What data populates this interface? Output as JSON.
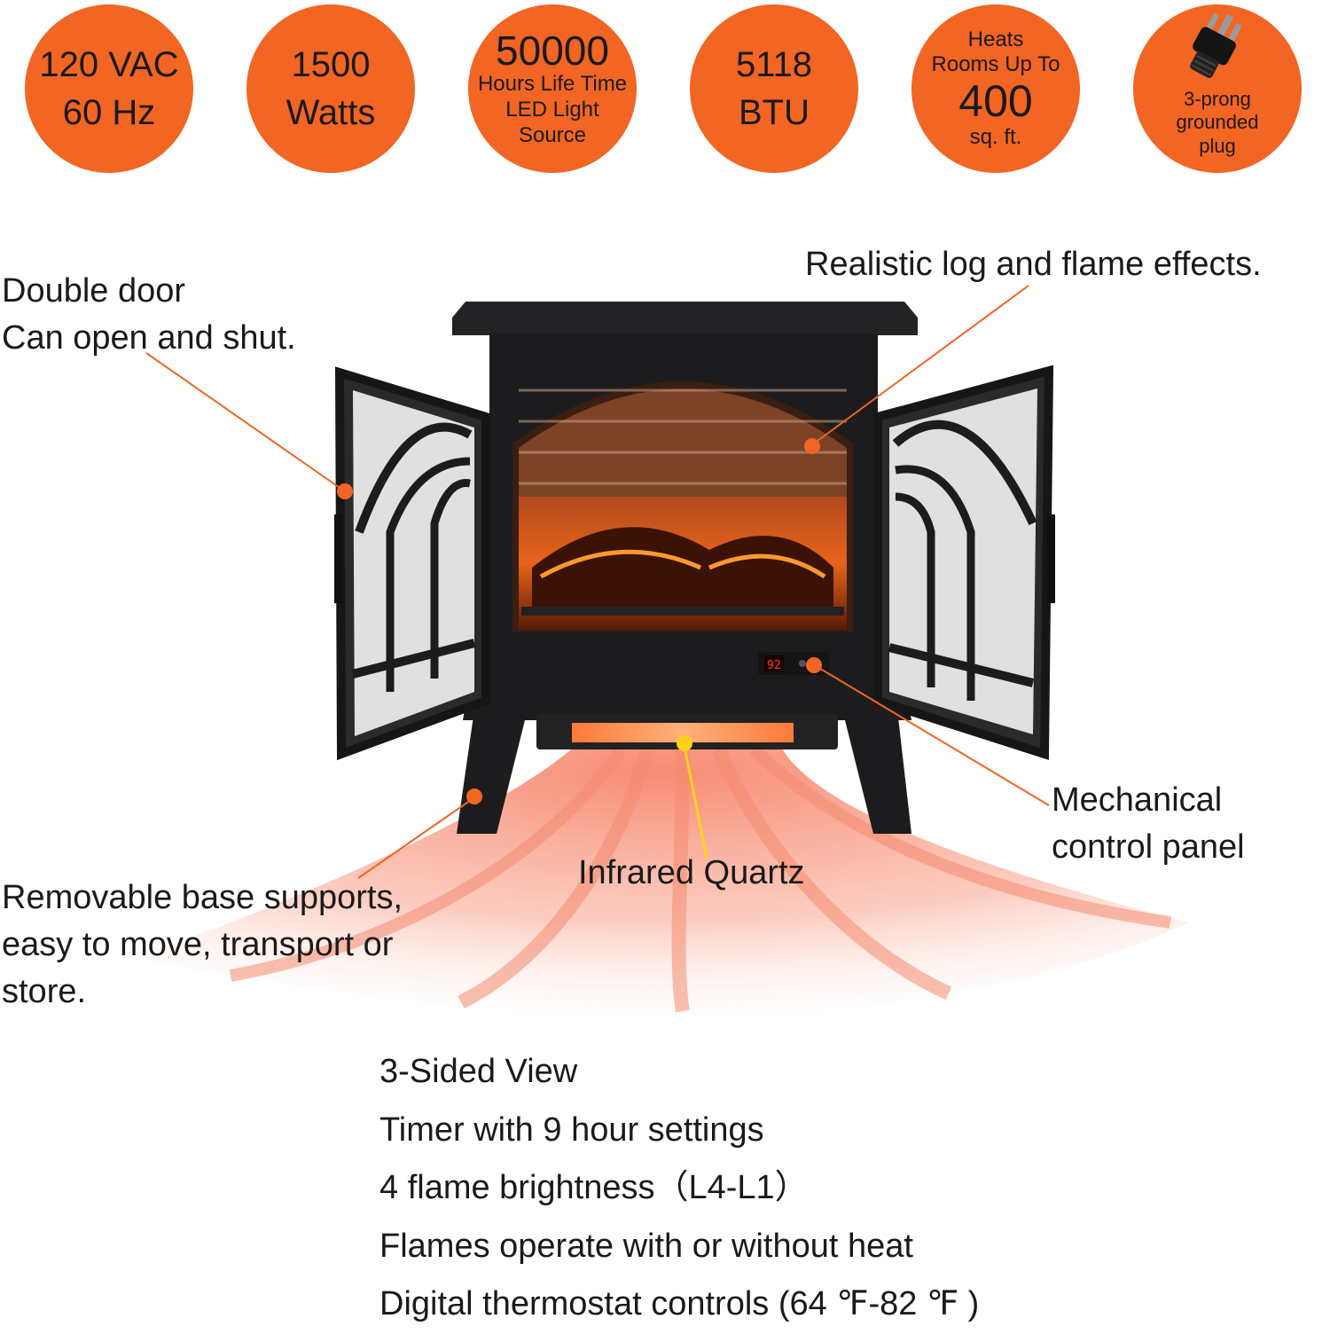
{
  "badges": [
    {
      "lines": [
        "120 VAC",
        "60 Hz"
      ]
    },
    {
      "lines": [
        "1500",
        "Watts"
      ]
    },
    {
      "lines": [
        "50000",
        "Hours Life Time",
        "LED Light",
        "Source"
      ]
    },
    {
      "lines": [
        "5118",
        "BTU"
      ]
    },
    {
      "lines": [
        "Heats",
        "Rooms Up To",
        "400",
        "sq. ft."
      ]
    },
    {
      "lines": [
        "3-prong",
        "grounded",
        "plug"
      ],
      "icon": "plug-icon"
    }
  ],
  "callouts": {
    "double_door": [
      "Double door",
      "Can open and shut."
    ],
    "log_flame": "Realistic log and flame effects.",
    "control_panel": [
      "Mechanical",
      "control panel"
    ],
    "infrared": "Infrared Quartz",
    "base": [
      "Removable base supports,",
      "easy to move, transport or",
      "store."
    ]
  },
  "display_readout": "92",
  "features": [
    "3-Sided View",
    "Timer with 9 hour settings",
    "4 flame brightness（L4-L1）",
    "Flames operate with or without heat",
    "Digital thermostat controls (64 ℉-82 ℉ )"
  ],
  "colors": {
    "badge": "#f26522",
    "callout_line": "#f26522",
    "infrared_line": "#ffd21a",
    "stove_body": "#1c1c1e",
    "heat_wave": "#f7866d"
  }
}
